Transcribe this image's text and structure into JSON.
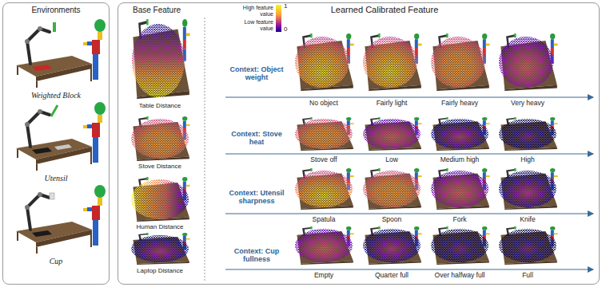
{
  "diagram": {
    "nodes": [
      {
        "text": [
          "Environments"
        ]
      },
      {
        "text": [
          "Base Feature",
          "Learned Calibrated Feature"
        ]
      }
    ],
    "labels": [
      "Weighted Block",
      "Utensil",
      "Cup",
      "High feature value",
      "1",
      "Low feature value",
      "0",
      "Table Distance",
      "Stove Distance",
      "Human Distance",
      "Laptop Distance",
      "Context: Object weight",
      "No object",
      "Fairly light",
      "Fairly heavy",
      "Very heavy",
      "Context: Stove heat",
      "Stove off",
      "Low",
      "Medium high",
      "High",
      "Context: Utensil sharpness",
      "Spatula",
      "Spoon",
      "Fork",
      "Knife",
      "Context: Cup fullness",
      "Empty",
      "Quarter full",
      "Over halfway full",
      "Full"
    ]
  }
}
